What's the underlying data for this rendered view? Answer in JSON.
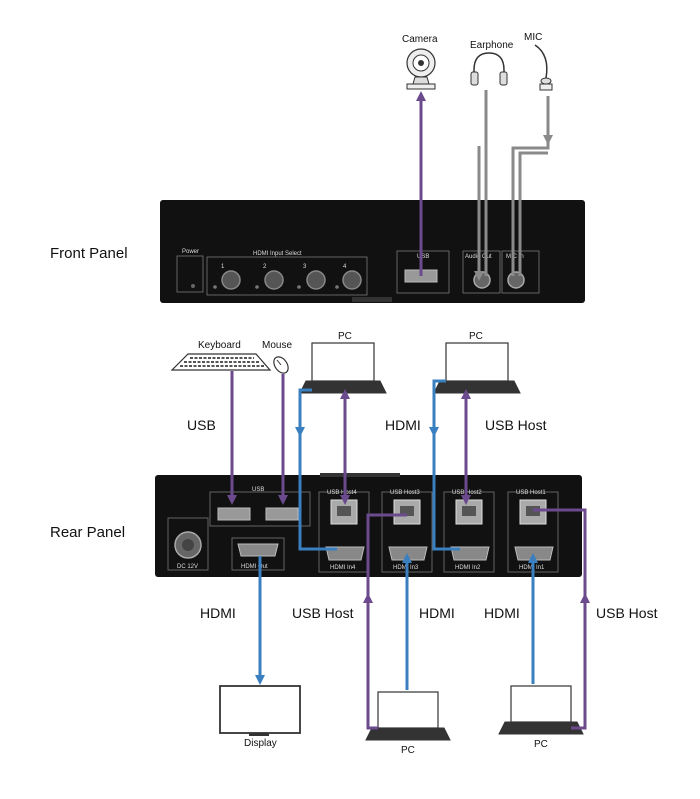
{
  "labels": {
    "front_panel": "Front Panel",
    "rear_panel": "Rear Panel"
  },
  "front_panel": {
    "power": "Power",
    "hdmi_input_select": "HDMI Input Select",
    "buttons": [
      "1",
      "2",
      "3",
      "4"
    ],
    "usb": "USB",
    "audio_out": "Audio Out",
    "mic_in": "MIC In"
  },
  "rear_panel": {
    "usb": "USB",
    "usb_host4": "USB Host4",
    "usb_host3": "USB Host3",
    "usb_host2": "USB Host2",
    "usb_host1": "USB Host1",
    "hdmi_out": "HDMI Out",
    "hdmi_in4": "HDMI In4",
    "hdmi_in3": "HDMI In3",
    "hdmi_in2": "HDMI In2",
    "hdmi_in1": "HDMI In1",
    "dc": "DC 12V"
  },
  "devices": {
    "camera": "Camera",
    "earphone": "Earphone",
    "mic": "MIC",
    "keyboard": "Keyboard",
    "mouse": "Mouse",
    "pc_top_left": "PC",
    "pc_top_right": "PC",
    "pc_bottom_left": "PC",
    "pc_bottom_right": "PC",
    "display": "Display"
  },
  "connection_labels": {
    "usb_keyboard": "USB",
    "hdmi_top": "HDMI",
    "usb_host_top": "USB Host",
    "hdmi_display": "HDMI",
    "usb_host_bottom_left": "USB Host",
    "hdmi_bottom_mid": "HDMI",
    "hdmi_bottom_right": "HDMI",
    "usb_host_bottom_right": "USB Host"
  },
  "colors": {
    "usb_line": "#6b4a8e",
    "hdmi_line": "#3a7fbf",
    "audio_line": "#8a8a8a",
    "panel": "#111111"
  }
}
